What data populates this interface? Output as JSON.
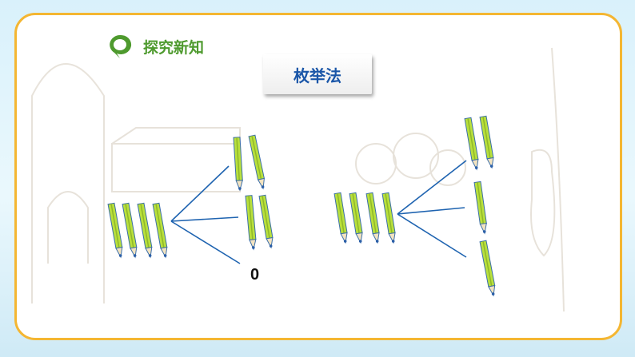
{
  "header": {
    "label": "探究新知",
    "icon": "speech-bubble-icon"
  },
  "method_title": "枚举法",
  "diagram": {
    "left_group": {
      "pencil_count": 4,
      "branch_labels": [
        "",
        "",
        "0"
      ]
    },
    "right_group": {
      "pencil_count": 4
    }
  },
  "colors": {
    "pencil": "#b9e03c",
    "pencil_tip": "#2b5fa8",
    "line": "#1e63b0",
    "border": "#f4b632",
    "header_green": "#4e9a2e",
    "title_blue": "#1a56a8"
  }
}
